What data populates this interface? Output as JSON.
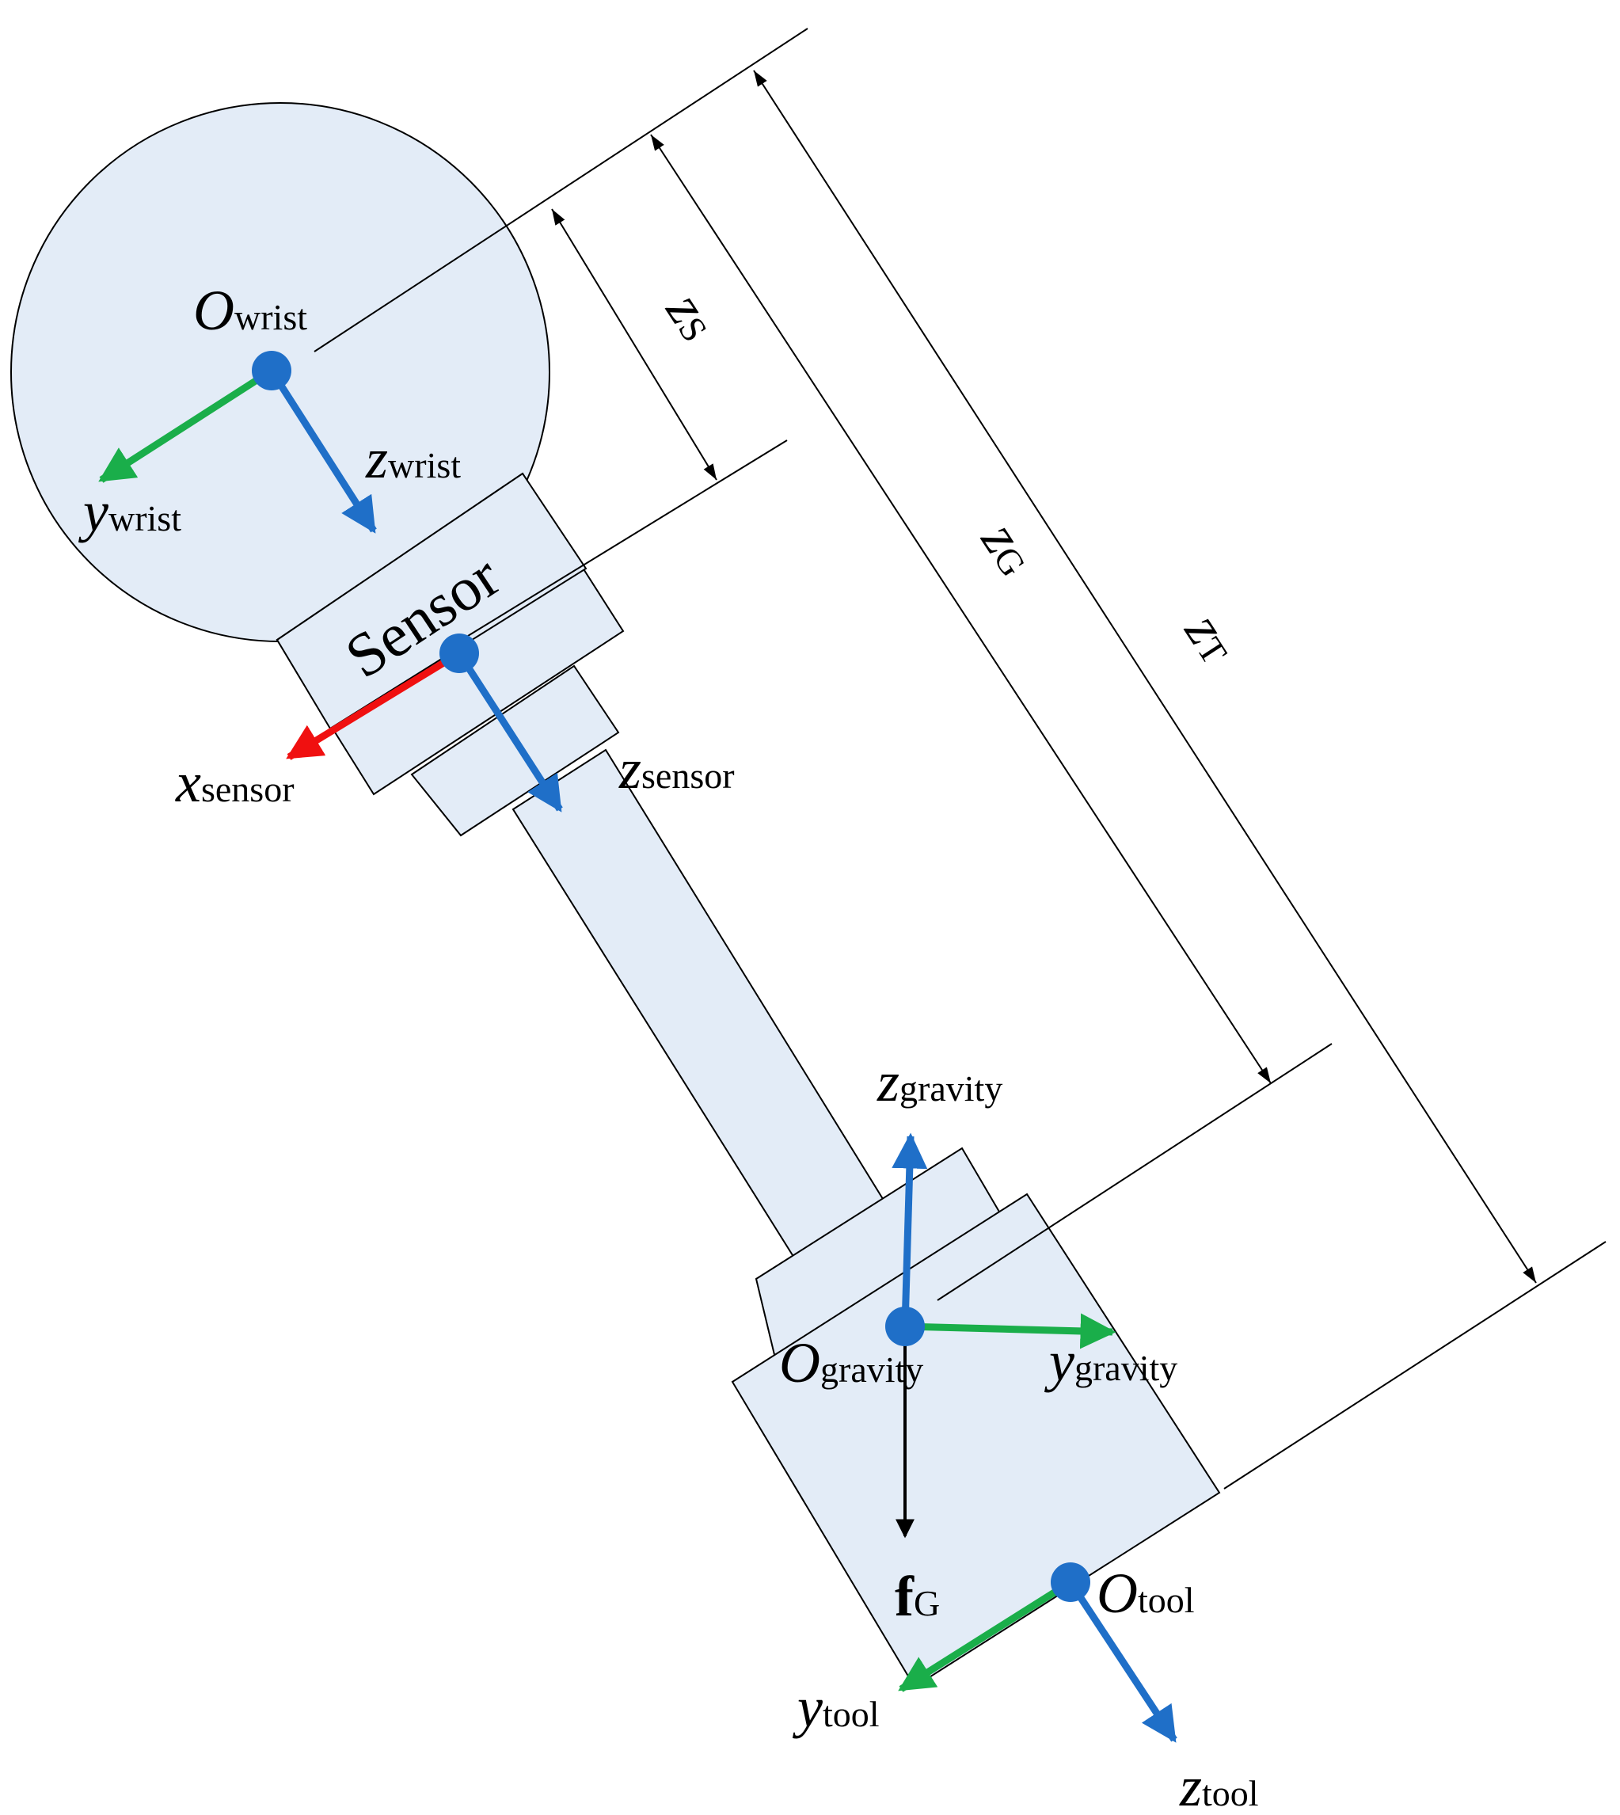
{
  "colors": {
    "fill": "#e3ecf7",
    "blue": "#1f6fc8",
    "green": "#1aae4a",
    "red": "#f01010",
    "black": "#000000"
  },
  "labels": {
    "o_wrist": {
      "main": "O",
      "sub": "wrist"
    },
    "z_wrist": {
      "main": "z",
      "sub": "wrist"
    },
    "y_wrist": {
      "main": "y",
      "sub": "wrist"
    },
    "sensor_block": "Sensor",
    "x_sensor": {
      "main": "x",
      "sub": "sensor"
    },
    "z_sensor": {
      "main": "z",
      "sub": "sensor"
    },
    "zs": {
      "main": "z",
      "sub": "S"
    },
    "zg": {
      "main": "z",
      "sub": "G"
    },
    "zt": {
      "main": "z",
      "sub": "T"
    },
    "z_gravity": {
      "main": "z",
      "sub": "gravity"
    },
    "o_gravity": {
      "main": "O",
      "sub": "gravity"
    },
    "y_gravity": {
      "main": "y",
      "sub": "gravity"
    },
    "f_g": {
      "main": "f",
      "sub": "G"
    },
    "o_tool": {
      "main": "O",
      "sub": "tool"
    },
    "y_tool": {
      "main": "y",
      "sub": "tool"
    },
    "z_tool": {
      "main": "z",
      "sub": "tool"
    }
  }
}
